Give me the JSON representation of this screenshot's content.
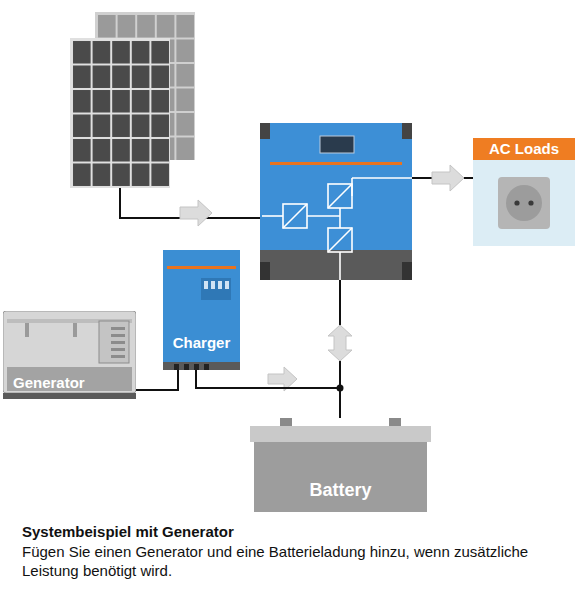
{
  "diagram": {
    "title": "Systembeispiel mit Generator",
    "caption": "Fügen Sie einen Generator und eine Batterieladung hinzu, wenn zusätzliche Leistung benötigt wird.",
    "nodes": [
      {
        "text": [
          "AC Loads"
        ]
      },
      {
        "text": [
          "Charger"
        ]
      },
      {
        "text": [
          "Generator"
        ]
      },
      {
        "text": [
          "Battery"
        ]
      }
    ],
    "edges": [
      {
        "from": 2,
        "to": 1,
        "arrow": "none"
      },
      {
        "from": 1,
        "to": 3,
        "arrow": "none"
      }
    ]
  }
}
